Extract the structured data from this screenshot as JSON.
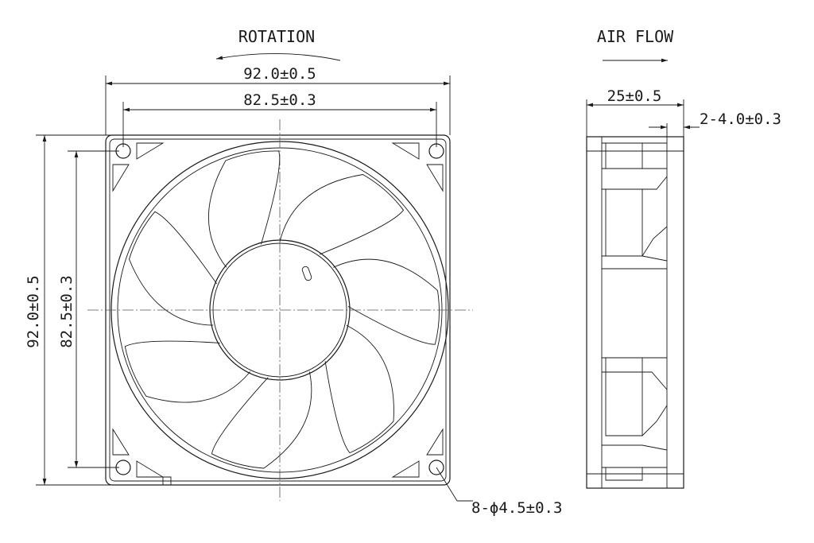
{
  "labels": {
    "rotation": "ROTATION",
    "air_flow": "AIR FLOW",
    "width_overall": "92.0±0.5",
    "width_holes": "82.5±0.3",
    "height_overall": "92.0±0.5",
    "height_holes": "82.5±0.3",
    "depth": "25±0.5",
    "flange": "2-4.0±0.3",
    "mount_holes": "8-ϕ4.5±0.3"
  },
  "colors": {
    "line": "#1a1a1a",
    "background": "#ffffff"
  },
  "fan": {
    "blade_count": 7
  }
}
